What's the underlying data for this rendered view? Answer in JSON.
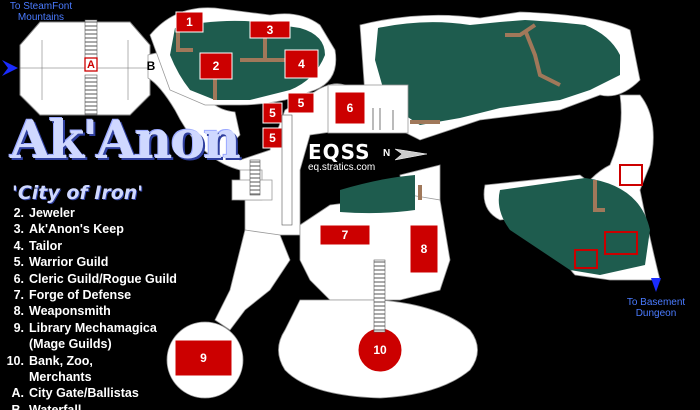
{
  "map": {
    "title": "Ak'Anon",
    "subtitle": "'City of Iron'",
    "watermark": {
      "brand": "EQSS",
      "site": "eq.stratics.com",
      "north_label": "N"
    },
    "exits": {
      "steamfont": "To SteamFont Mountains",
      "basement": "To Basement Dungeon"
    },
    "markers": {
      "a": "A",
      "b": "B",
      "buildings": [
        "1",
        "2",
        "3",
        "4",
        "5",
        "5",
        "5",
        "6",
        "7",
        "8",
        "9",
        "10"
      ]
    },
    "legend": [
      {
        "key": "2.",
        "label": "Jeweler"
      },
      {
        "key": "3.",
        "label": "Ak'Anon's Keep"
      },
      {
        "key": "4.",
        "label": "Tailor"
      },
      {
        "key": "5.",
        "label": "Warrior Guild"
      },
      {
        "key": "6.",
        "label": "Cleric Guild/Rogue Guild"
      },
      {
        "key": "7.",
        "label": "Forge of Defense"
      },
      {
        "key": "8.",
        "label": "Weaponsmith"
      },
      {
        "key": "9.",
        "label": "Library Mechamagica"
      },
      {
        "key": "",
        "label": "(Mage Guilds)"
      },
      {
        "key": "10.",
        "label": "Bank, Zoo,"
      },
      {
        "key": "",
        "label": "Merchants"
      },
      {
        "key": "A.",
        "label": "City Gate/Ballistas"
      },
      {
        "key": "B.",
        "label": "Waterfall"
      }
    ],
    "colors": {
      "ground": "#ffffff",
      "water": "#1e5c4e",
      "building": "#cc0000",
      "path": "#a0785a",
      "background": "#000000",
      "exit_arrow": "#1a2cff"
    }
  }
}
